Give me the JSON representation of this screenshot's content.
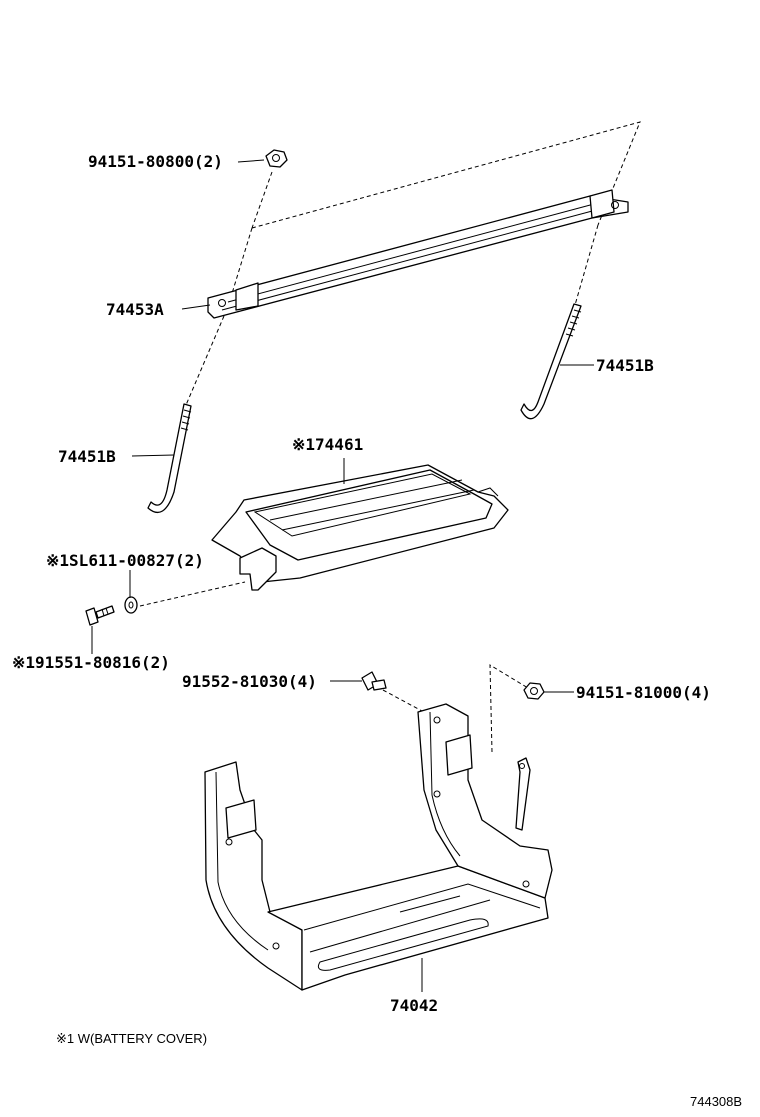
{
  "labels": {
    "nut_top": "94151-80800(2)",
    "hold_down": "74453A",
    "rod_right": "74451B",
    "rod_left": "74451B",
    "cover": "※174461",
    "cover_part": "74461",
    "cover_mark": "※1",
    "washer": "SL611-00827(2)",
    "washer_mark": "※1",
    "bolt_left": "91551-80816(2)",
    "bolt_left_mark": "※1",
    "bolt_center": "91552-81030(4)",
    "nut_right": "94151-81000(4)",
    "tray": "74042"
  },
  "footnote": "※1 W(BATTERY COVER)",
  "figure_id": "744308B"
}
